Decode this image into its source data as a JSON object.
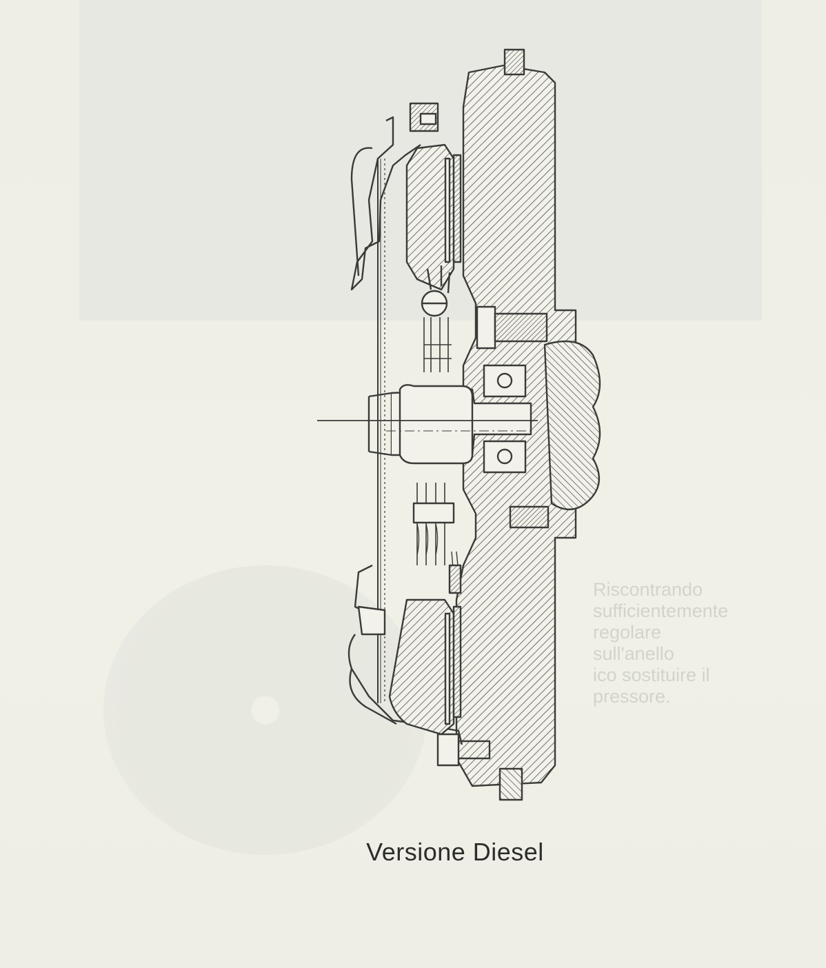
{
  "caption": "Versione Diesel",
  "show_through": {
    "lines": [
      "Riscontrando",
      "sufficientemente",
      "regolare",
      "sull'anello",
      "ico sostituire il",
      "pressore."
    ]
  },
  "colors": {
    "paper": "#efefe6",
    "ink": "#3a3a38",
    "caption": "#2c2c2a"
  },
  "icons": {
    "drawing": "clutch-cross-section-icon"
  }
}
